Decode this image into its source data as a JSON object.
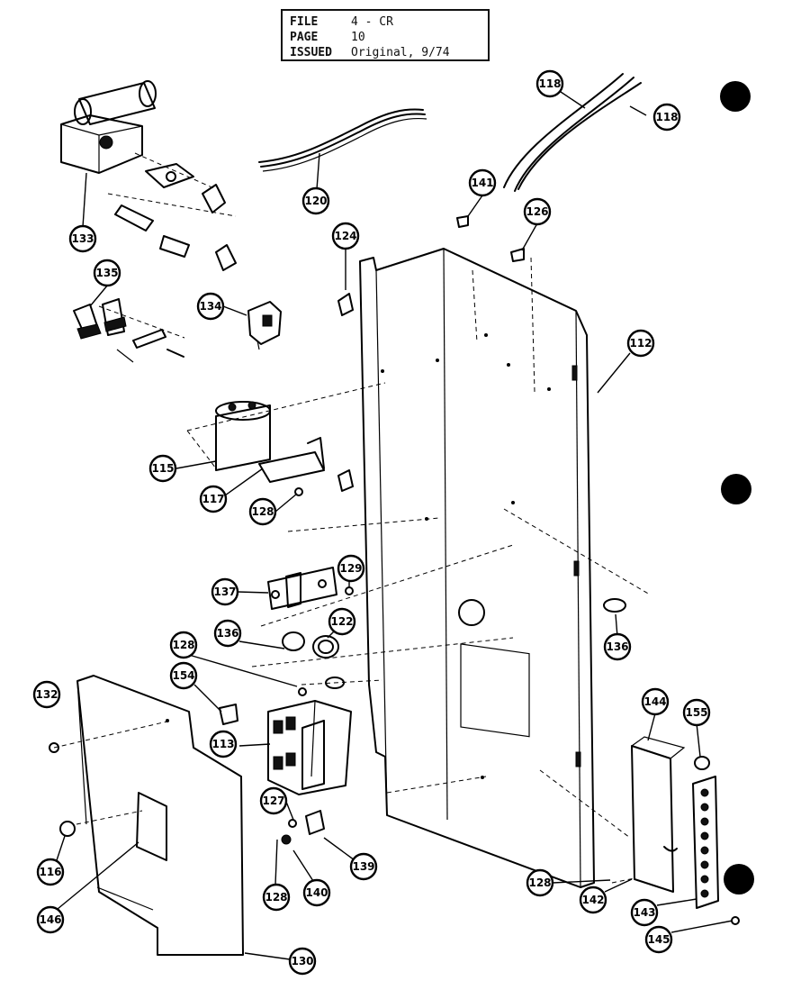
{
  "title_block": {
    "file_label": "FILE",
    "file_value": "4 - CR",
    "page_label": "PAGE",
    "page_value": "10",
    "issued_label": "ISSUED",
    "issued_value": "Original, 9/74"
  },
  "callouts": [
    {
      "id": "118a",
      "label": "118"
    },
    {
      "id": "118b",
      "label": "118"
    },
    {
      "id": "120",
      "label": "120"
    },
    {
      "id": "133",
      "label": "133"
    },
    {
      "id": "135",
      "label": "135"
    },
    {
      "id": "134",
      "label": "134"
    },
    {
      "id": "124",
      "label": "124"
    },
    {
      "id": "141",
      "label": "141"
    },
    {
      "id": "126",
      "label": "126"
    },
    {
      "id": "112",
      "label": "112"
    },
    {
      "id": "115",
      "label": "115"
    },
    {
      "id": "117",
      "label": "117"
    },
    {
      "id": "128a",
      "label": "128"
    },
    {
      "id": "129",
      "label": "129"
    },
    {
      "id": "137",
      "label": "137"
    },
    {
      "id": "122",
      "label": "122"
    },
    {
      "id": "136a",
      "label": "136"
    },
    {
      "id": "136b",
      "label": "136"
    },
    {
      "id": "128b",
      "label": "128"
    },
    {
      "id": "154",
      "label": "154"
    },
    {
      "id": "132",
      "label": "132"
    },
    {
      "id": "113",
      "label": "113"
    },
    {
      "id": "144",
      "label": "144"
    },
    {
      "id": "155",
      "label": "155"
    },
    {
      "id": "127",
      "label": "127"
    },
    {
      "id": "139",
      "label": "139"
    },
    {
      "id": "128c",
      "label": "128"
    },
    {
      "id": "140",
      "label": "140"
    },
    {
      "id": "116",
      "label": "116"
    },
    {
      "id": "146",
      "label": "146"
    },
    {
      "id": "128d",
      "label": "128"
    },
    {
      "id": "142",
      "label": "142"
    },
    {
      "id": "143",
      "label": "143"
    },
    {
      "id": "145",
      "label": "145"
    },
    {
      "id": "130",
      "label": "130"
    }
  ]
}
